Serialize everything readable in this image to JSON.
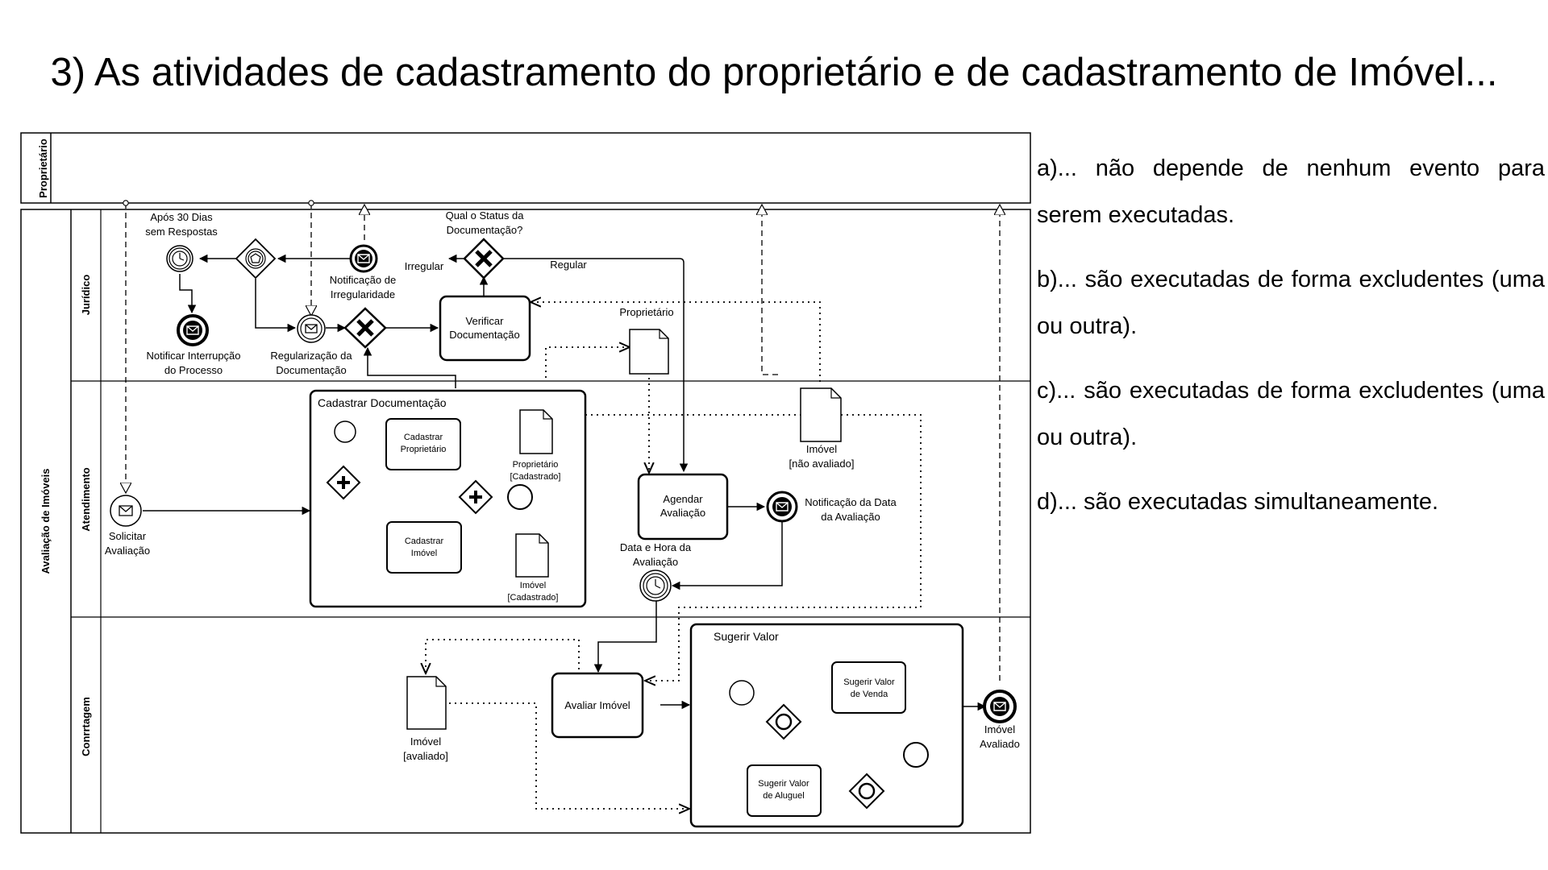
{
  "title": "3) As atividades de cadastramento do proprietário e de cadastramento de Imóvel...",
  "options": [
    "a)... não depende de nenhum evento para serem executadas.",
    "b)... são executadas de forma excludentes (uma ou outra).",
    "c)... são executadas de forma excludentes (uma ou outra).",
    "d)... são executadas simultaneamente."
  ],
  "diagram": {
    "pool_proprietario": "Proprietário",
    "pool_avaliacao": "Avaliação de Imóveis",
    "lane_juridico": "Jurídico",
    "lane_atendimento": "Atendimento",
    "lane_corretagem": "Conrrtagem",
    "event_apos_30_dias": [
      "Após 30 Dias",
      "sem Respostas"
    ],
    "event_notificar_interrupcao": [
      "Notificar Interrupção",
      "do Processo"
    ],
    "event_notificacao_irregularidade": [
      "Notificação de",
      "Irregularidade"
    ],
    "event_regularizacao": [
      "Regularização da",
      "Documentação"
    ],
    "gateway_status": [
      "Qual o Status da",
      "Documentação?"
    ],
    "flow_irregular": "Irregular",
    "flow_regular": "Regular",
    "task_verificar": [
      "Verificar",
      "Documentação"
    ],
    "data_proprietario": "Proprietário",
    "subprocess_cadastrar": "Cadastrar Documentação",
    "task_cadastrar_proprietario": [
      "Cadastrar",
      "Proprietário"
    ],
    "task_cadastrar_imovel": [
      "Cadastrar",
      "Imóvel"
    ],
    "data_proprietario_cadastrado": [
      "Proprietário",
      "[Cadastrado]"
    ],
    "data_imovel_cadastrado": [
      "Imóvel",
      "[Cadastrado]"
    ],
    "event_solicitar": [
      "Solicitar",
      "Avaliação"
    ],
    "task_agendar": [
      "Agendar",
      "Avaliação"
    ],
    "event_notificacao_data": [
      "Notificação da Data",
      "da Avaliação"
    ],
    "data_imovel_nao_avaliado": [
      "Imóvel",
      "[não avaliado]"
    ],
    "event_data_hora": [
      "Data e Hora da",
      "Avaliação"
    ],
    "task_avaliar": "Avaliar Imóvel",
    "data_imovel_avaliado": [
      "Imóvel",
      "[avaliado]"
    ],
    "subprocess_sugerir": "Sugerir Valor",
    "task_sugerir_venda": [
      "Sugerir Valor",
      "de Venda"
    ],
    "task_sugerir_aluguel": [
      "Sugerir Valor",
      "de Aluguel"
    ],
    "event_imovel_avaliado": [
      "Imóvel",
      "Avaliado"
    ]
  }
}
